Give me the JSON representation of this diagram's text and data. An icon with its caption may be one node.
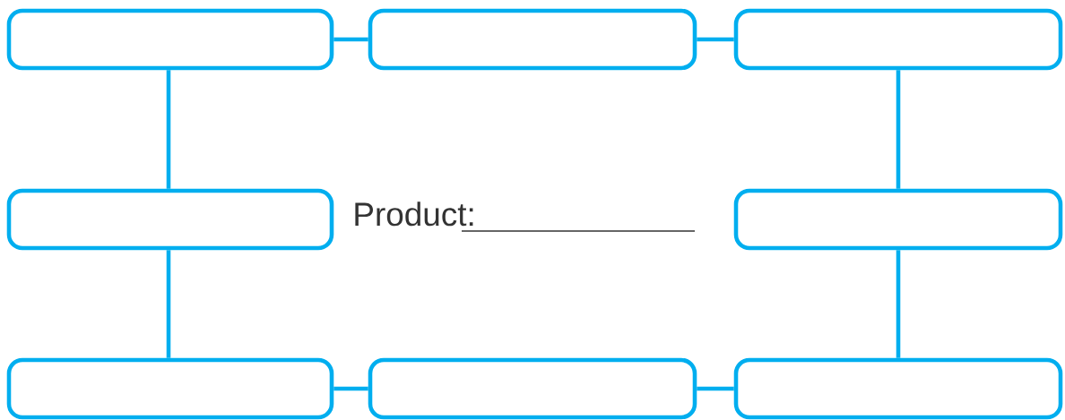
{
  "diagram": {
    "nodes": [
      {
        "text": [],
        "shape": "box"
      },
      {
        "text": [],
        "shape": "box"
      },
      {
        "text": [],
        "shape": "box"
      },
      {
        "text": [],
        "shape": "box"
      },
      {
        "text": [],
        "shape": "box"
      },
      {
        "text": [],
        "shape": "box"
      },
      {
        "text": [],
        "shape": "box"
      },
      {
        "text": [],
        "shape": "box"
      }
    ],
    "edges": [
      {
        "from": 0,
        "to": 1,
        "arrow": "none"
      },
      {
        "from": 1,
        "to": 2,
        "arrow": "none"
      },
      {
        "from": 0,
        "to": 3,
        "arrow": "none"
      },
      {
        "from": 2,
        "to": 4,
        "arrow": "none"
      },
      {
        "from": 3,
        "to": 5,
        "arrow": "none"
      },
      {
        "from": 4,
        "to": 7,
        "arrow": "none"
      },
      {
        "from": 5,
        "to": 6,
        "arrow": "none"
      },
      {
        "from": 6,
        "to": 7,
        "arrow": "none"
      }
    ],
    "labels": [
      "Product:"
    ]
  }
}
